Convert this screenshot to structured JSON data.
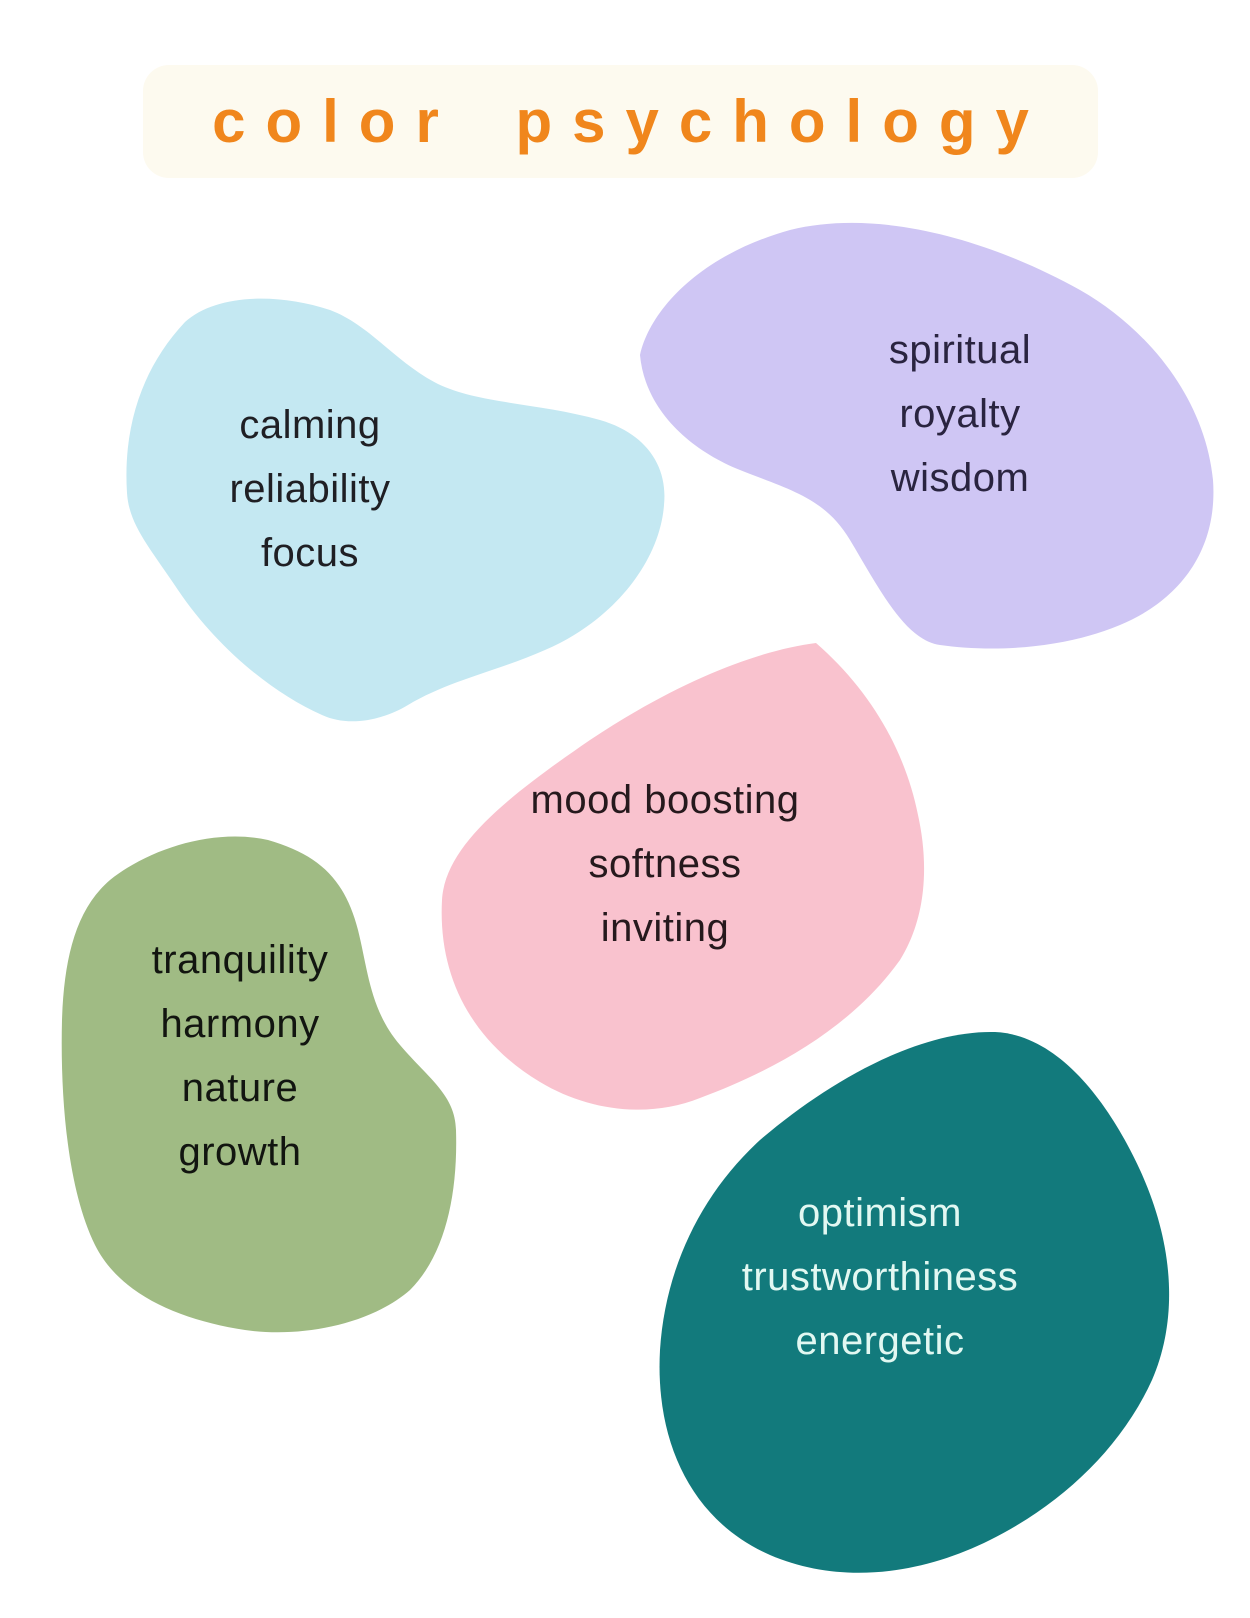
{
  "page": {
    "background": "#ffffff"
  },
  "title": {
    "text": "color psychology",
    "color": "#F0861C",
    "background": "#FDFAEF"
  },
  "blobs": [
    {
      "id": "blue",
      "meaning_color": "light blue",
      "fill": "#C4E8F2",
      "text_color": "#1F1F24",
      "lines": [
        "calming",
        "reliability",
        "focus"
      ]
    },
    {
      "id": "purple",
      "meaning_color": "lavender purple",
      "fill": "#CFC6F4",
      "text_color": "#2A2440",
      "lines": [
        "spiritual",
        "royalty",
        "wisdom"
      ]
    },
    {
      "id": "pink",
      "meaning_color": "pastel pink",
      "fill": "#F9C2CE",
      "text_color": "#26191D",
      "lines": [
        "mood boosting",
        "softness",
        "inviting"
      ]
    },
    {
      "id": "green",
      "meaning_color": "sage green",
      "fill": "#A0BB84",
      "text_color": "#121510",
      "lines": [
        "tranquility",
        "harmony",
        "nature",
        "growth"
      ]
    },
    {
      "id": "teal",
      "meaning_color": "deep teal",
      "fill": "#127A7C",
      "text_color": "#E2F8F2",
      "lines": [
        "optimism",
        "trustworthiness",
        "energetic"
      ]
    }
  ]
}
